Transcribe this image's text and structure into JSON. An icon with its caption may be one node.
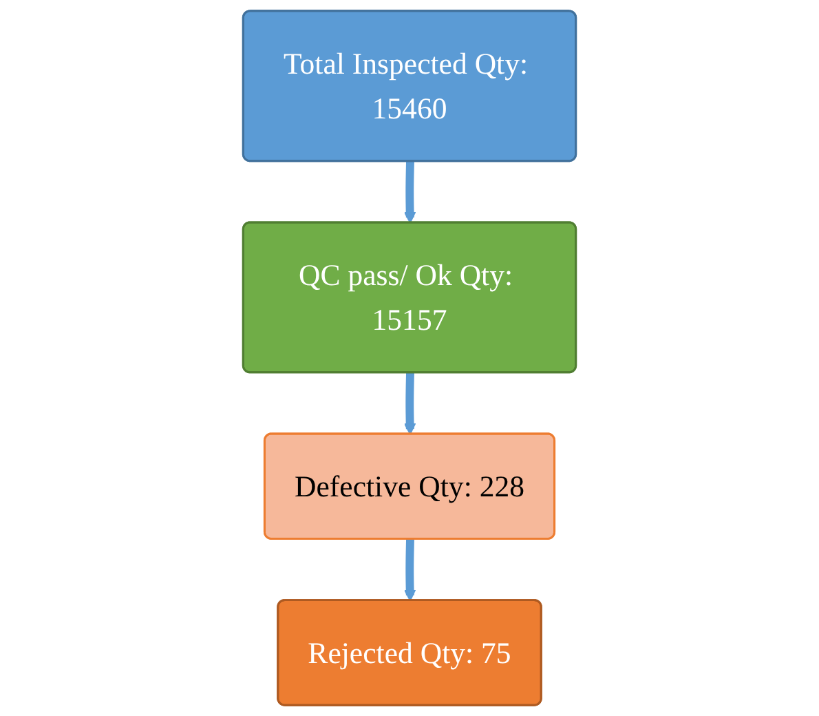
{
  "diagram": {
    "nodes": [
      {
        "text": [
          "Total Inspected Qty: 15460"
        ]
      },
      {
        "text": [
          "QC pass/ Ok Qty: 15157"
        ]
      },
      {
        "text": [
          "Defective Qty: 228"
        ]
      },
      {
        "text": [
          "Rejected Qty: 75"
        ]
      }
    ],
    "edges": [
      {
        "from": 0,
        "to": 1,
        "arrow": "to"
      },
      {
        "from": 1,
        "to": 2,
        "arrow": "to"
      },
      {
        "from": 2,
        "to": 3,
        "arrow": "to"
      }
    ]
  }
}
